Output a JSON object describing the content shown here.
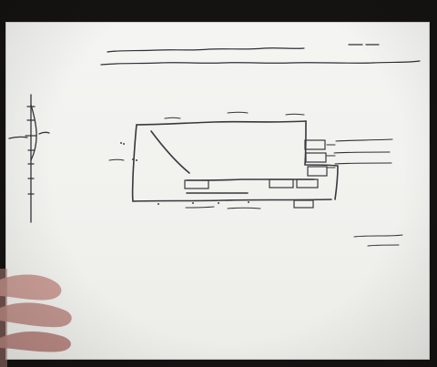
{
  "scene": {
    "title": "",
    "background": "#151312",
    "paper_color": "#f2f2ef",
    "ink_color": "#2f2f35",
    "skin_color": "#c79a93"
  },
  "marks": {
    "legend": [
      {
        "name": "legend-line-1"
      },
      {
        "name": "legend-line-2"
      },
      {
        "name": "legend-line-3"
      }
    ],
    "corner_note": {
      "name": "corner-note"
    }
  }
}
